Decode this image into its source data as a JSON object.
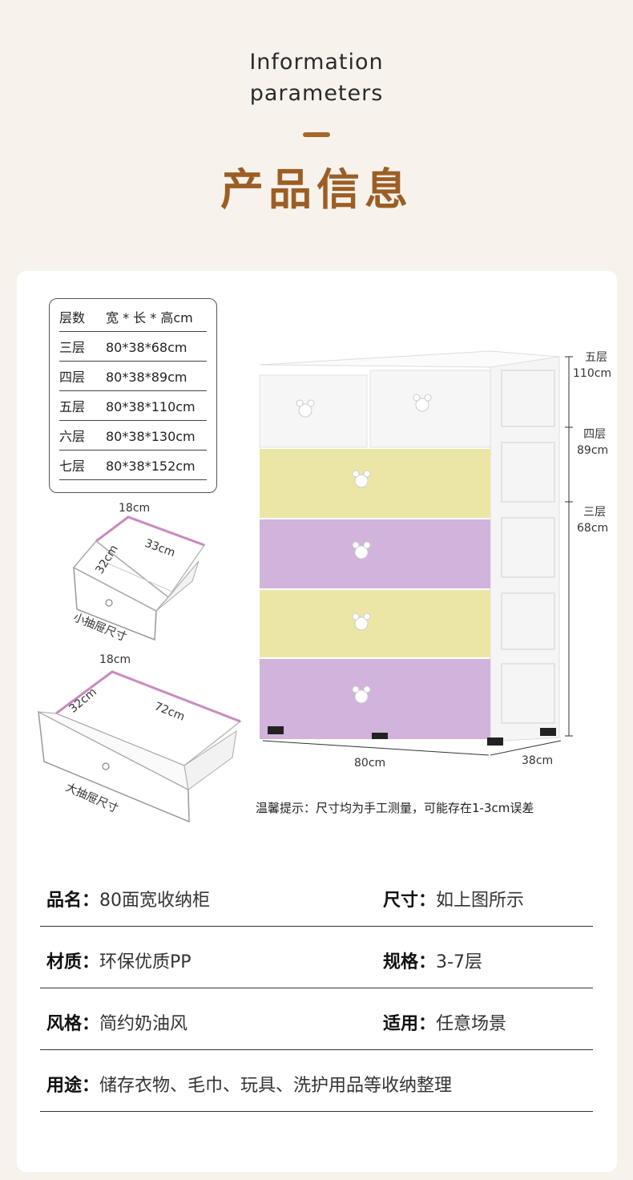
{
  "header": {
    "title_en_line1": "Information",
    "title_en_line2": "parameters",
    "title_cn": "产品信息"
  },
  "size_table": {
    "headers": [
      "层数",
      "宽 * 长 * 高cm"
    ],
    "rows": [
      [
        "三层",
        "80*38*68cm"
      ],
      [
        "四层",
        "80*38*89cm"
      ],
      [
        "五层",
        "80*38*110cm"
      ],
      [
        "六层",
        "80*38*130cm"
      ],
      [
        "七层",
        "80*38*152cm"
      ]
    ]
  },
  "small_drawer": {
    "depth": "18cm",
    "width": "32cm",
    "length": "33cm",
    "caption": "小抽屉尺寸"
  },
  "large_drawer": {
    "depth": "18cm",
    "width": "32cm",
    "length": "72cm",
    "caption": "大抽屉尺寸"
  },
  "cabinet": {
    "heights": [
      {
        "tier": "五层",
        "height": "110cm"
      },
      {
        "tier": "四层",
        "height": "89cm"
      },
      {
        "tier": "三层",
        "height": "68cm"
      }
    ],
    "width": "80cm",
    "depth": "38cm"
  },
  "tip": "温馨提示：尺寸均为手工测量，可能存在1-3cm误差",
  "info": {
    "name_key": "品名：",
    "name_val": "80面宽收纳柜",
    "size_key": "尺寸：",
    "size_val": "如上图所示",
    "material_key": "材质：",
    "material_val": "环保优质PP",
    "spec_key": "规格：",
    "spec_val": "3-7层",
    "style_key": "风格：",
    "style_val": "简约奶油风",
    "apply_key": "适用：",
    "apply_val": "任意场景",
    "use_key": "用途：",
    "use_val": "储存衣物、毛巾、玩具、洗护用品等收纳整理"
  },
  "colors": {
    "accent": "#9c5e24",
    "drawer_yellow": "#ece6a6",
    "drawer_purple": "#d2b3dc",
    "drawer_white": "#f4f4f4",
    "pink_outline": "#c88ac0"
  }
}
